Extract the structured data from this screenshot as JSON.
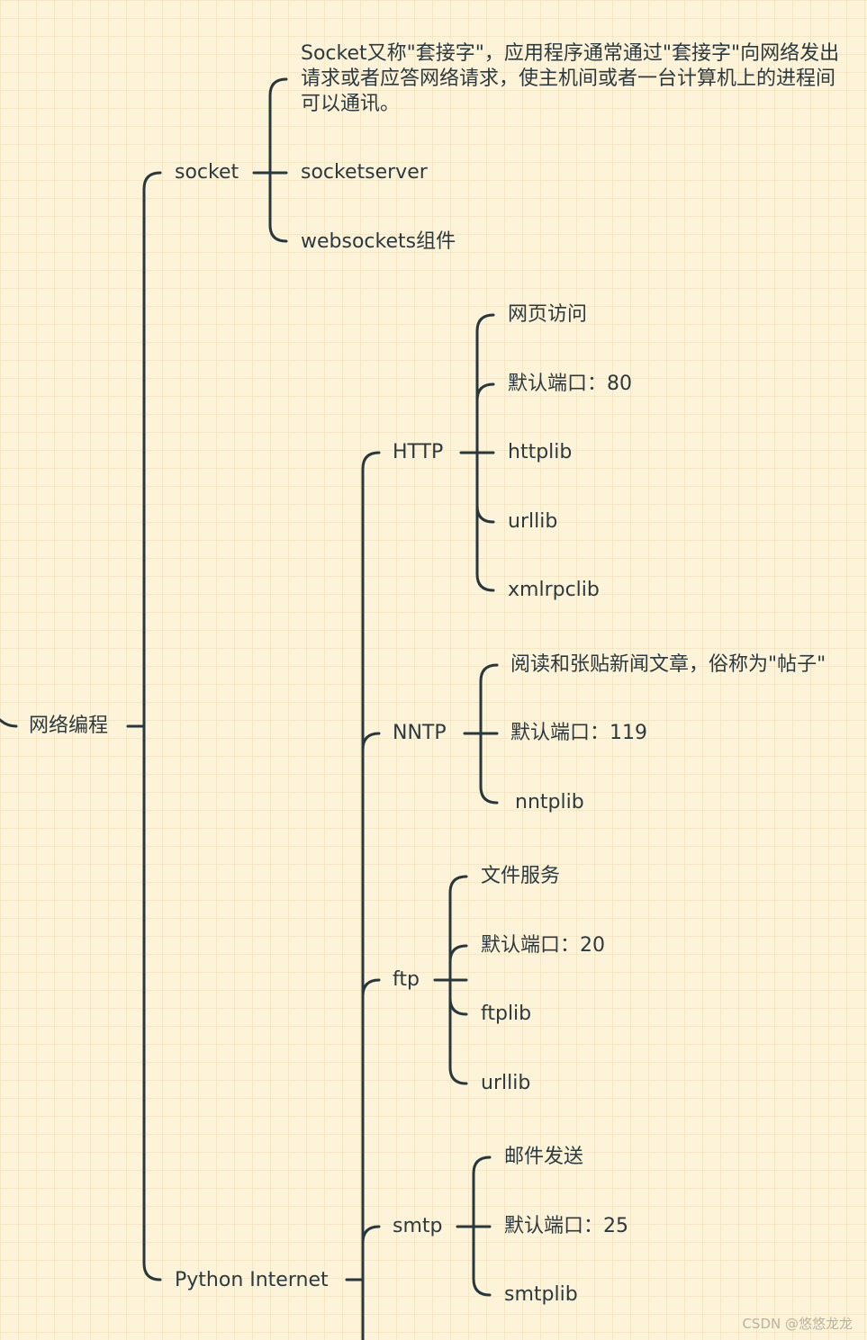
{
  "root": {
    "label": "网络编程"
  },
  "socket": {
    "label": "socket",
    "children": [
      "Socket又称\"套接字\"，应用程序通常通过\"套接字\"向网络发出请求或者应答网络请求，使主机间或者一台计算机上的进程间可以通讯。",
      "socketserver",
      "websockets组件"
    ]
  },
  "python_internet": {
    "label": "Python Internet",
    "protocols": [
      {
        "label": "HTTP",
        "children": [
          "网页访问",
          "默认端口：80",
          "httplib",
          "urllib",
          "xmlrpclib"
        ]
      },
      {
        "label": "NNTP",
        "children": [
          "阅读和张贴新闻文章，俗称为\"帖子\"",
          "默认端口：119",
          "nntplib"
        ]
      },
      {
        "label": "ftp",
        "children": [
          "文件服务",
          "默认端口：20",
          "ftplib",
          "urllib"
        ]
      },
      {
        "label": "smtp",
        "children": [
          "邮件发送",
          "默认端口：25",
          "smtplib"
        ]
      }
    ]
  },
  "watermark": "CSDN @悠悠龙龙"
}
